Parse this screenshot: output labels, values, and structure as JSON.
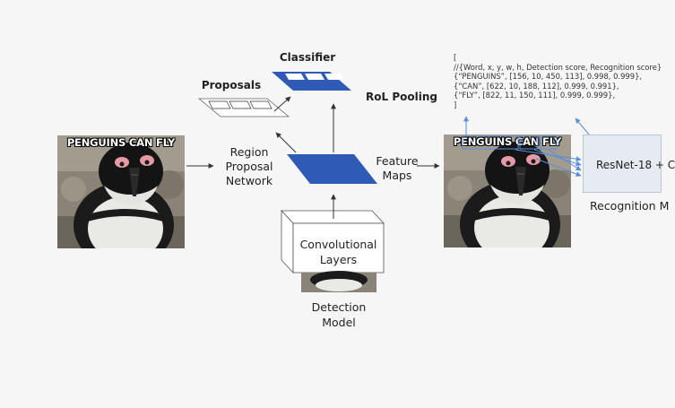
{
  "labels": {
    "classifier": "Classifier",
    "proposals": "Proposals",
    "roi_pooling": "RoL Pooling",
    "rpn_line1": "Region",
    "rpn_line2": "Proposal",
    "rpn_line3": "Network",
    "feature_line1": "Feature",
    "feature_line2": "Maps",
    "conv_line1": "Convolutional",
    "conv_line2": "Layers",
    "detection_line1": "Detection",
    "detection_line2": "Model",
    "resnet": "ResNet-18 + C",
    "recognition": "Recognition M"
  },
  "input_image": {
    "caption": "PENGUINS CAN FLY"
  },
  "output_image": {
    "caption": "PENGUINS CAN FLY"
  },
  "json_output": {
    "lines": [
      "[",
      "//{Word, x, y, w, h, Detection score, Recognition score}",
      "{“PENGUINS”, [156, 10, 450, 113], 0.998, 0.999},",
      "{“CAN”, [622, 10, 188, 112], 0.999, 0.991},",
      "{“FLY”, [822, 11, 150, 111], 0.999, 0.999},",
      "]"
    ]
  },
  "colors": {
    "accent_blue": "#2f5bb7",
    "arrow_blue": "#5b8fd6",
    "arrow_dark": "#333333",
    "box_fill": "#e6ebf1"
  }
}
